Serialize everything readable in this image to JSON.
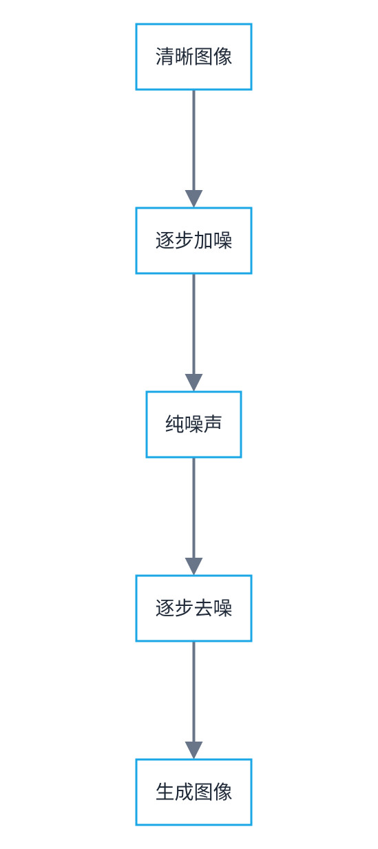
{
  "diagram": {
    "direction": "top-to-bottom",
    "colors": {
      "node_border": "#1ba7e6",
      "node_fill": "#ffffff",
      "text": "#1f2937",
      "edge": "#687589",
      "background": "#ffffff"
    },
    "nodes": [
      {
        "id": "n1",
        "label": "清晰图像"
      },
      {
        "id": "n2",
        "label": "逐步加噪"
      },
      {
        "id": "n3",
        "label": "纯噪声"
      },
      {
        "id": "n4",
        "label": "逐步去噪"
      },
      {
        "id": "n5",
        "label": "生成图像"
      }
    ],
    "edges": [
      {
        "from": "n1",
        "to": "n2"
      },
      {
        "from": "n2",
        "to": "n3"
      },
      {
        "from": "n3",
        "to": "n4"
      },
      {
        "from": "n4",
        "to": "n5"
      }
    ]
  }
}
